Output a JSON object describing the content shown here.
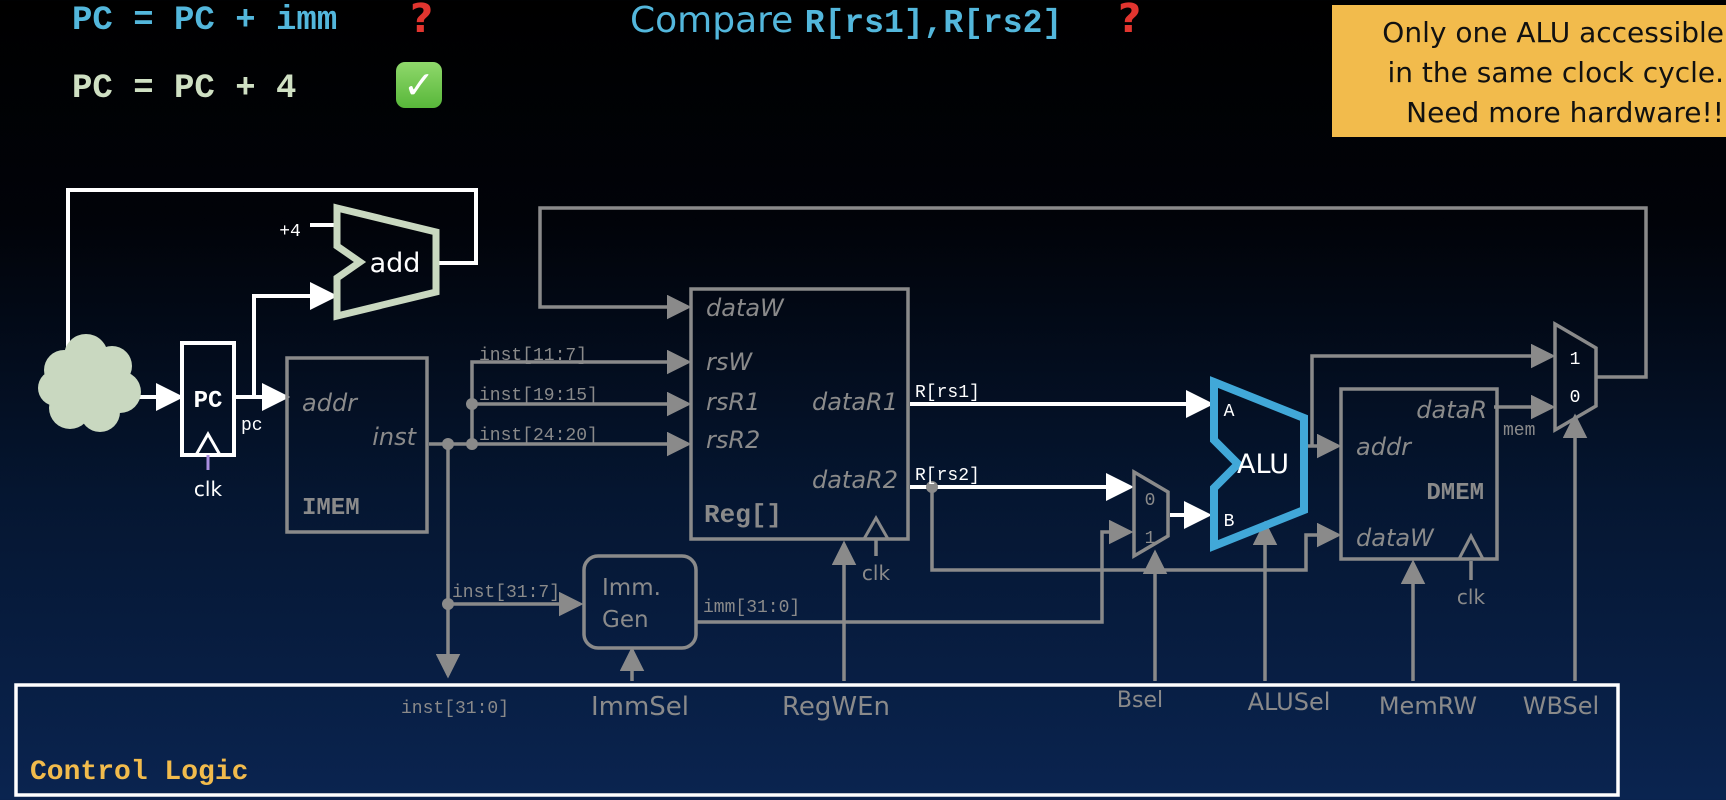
{
  "header": {
    "pc_imm": "PC = PC + imm",
    "pc_plus4": "PC = PC + 4",
    "question_mark": "?",
    "check_mark": "✓",
    "compare_word": "Compare",
    "compare_regs": "R[rs1],R[rs2]"
  },
  "note": {
    "line1": "Only one ALU accessible",
    "line2": "in the same clock cycle.",
    "line3": "Need more hardware!!"
  },
  "diagram": {
    "pc_block": "PC",
    "pc_wire": "pc",
    "clk": "clk",
    "plus4": "+4",
    "adder": "add",
    "imem": {
      "addr": "addr",
      "inst": "inst",
      "name": "IMEM"
    },
    "inst_11_7": "inst[11:7]",
    "inst_19_15": "inst[19:15]",
    "inst_24_20": "inst[24:20]",
    "inst_31_7": "inst[31:7]",
    "inst_31_0": "inst[31:0]",
    "regfile": {
      "dataW": "dataW",
      "rsW": "rsW",
      "rsR1": "rsR1",
      "rsR2": "rsR2",
      "dataR1": "dataR1",
      "dataR2": "dataR2",
      "name": "Reg[]"
    },
    "r_rs1": "R[rs1]",
    "r_rs2": "R[rs2]",
    "imm_gen_line1": "Imm.",
    "imm_gen_line2": "Gen",
    "imm_wire": "imm[31:0]",
    "bsel_mux": {
      "in0": "0",
      "in1": "1"
    },
    "alu": {
      "name": "ALU",
      "a": "A",
      "b": "B"
    },
    "dmem": {
      "dataR": "dataR",
      "addr": "addr",
      "name": "DMEM",
      "dataW": "dataW"
    },
    "mem_wire": "mem",
    "wb_mux": {
      "in1": "1",
      "in0": "0"
    }
  },
  "control": {
    "title": "Control Logic",
    "signals": {
      "immsel": "ImmSel",
      "regwen": "RegWEn",
      "bsel": "Bsel",
      "alusel": "ALUSel",
      "memrw": "MemRW",
      "wbsel": "WBSel"
    }
  },
  "colors": {
    "accent_blue": "#53b7dc",
    "code_green": "#cfe0c3",
    "warning_red": "#e2352f",
    "note_bg": "#f2bb4c",
    "control_title": "#f2bb4c",
    "alu_outline": "#41a8d8",
    "inactive_gray": "#8a8a8a"
  }
}
